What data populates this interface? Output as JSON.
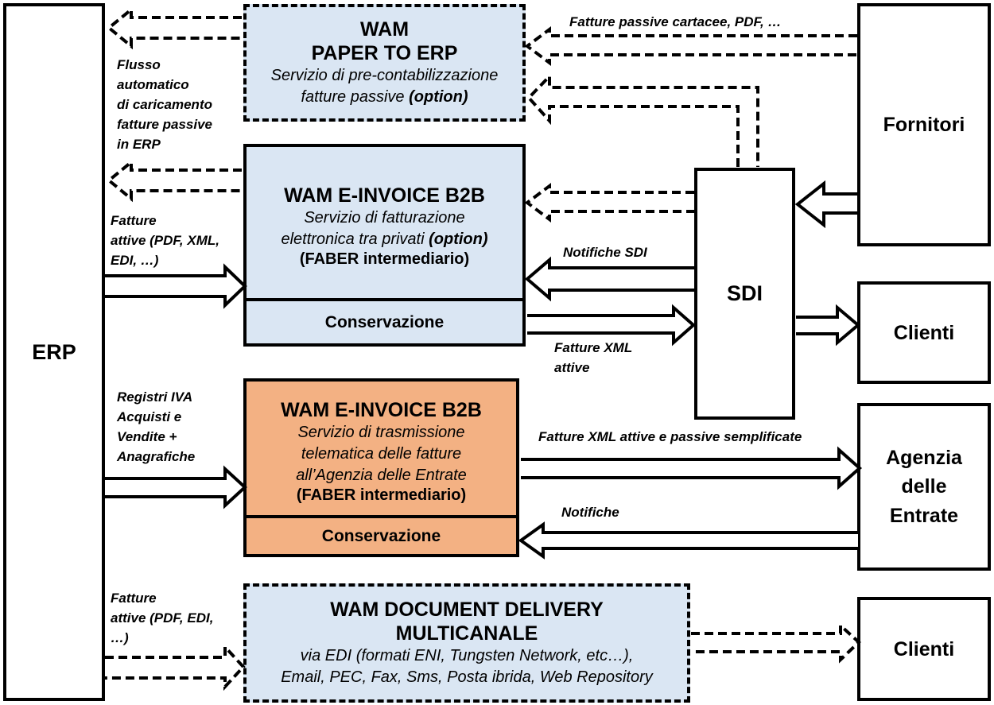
{
  "erp": {
    "label": "ERP"
  },
  "paper_to_erp": {
    "title_line1": "WAM",
    "title_line2": "PAPER TO ERP",
    "desc_line1": "Servizio di pre-contabilizzazione",
    "desc_line2": "fatture passive",
    "option": "(option)"
  },
  "einvoice_b2b": {
    "title": "WAM E-INVOICE B2B",
    "desc_line1": "Servizio di fatturazione",
    "desc_line2": "elettronica tra privati",
    "option": "(option)",
    "intermediary": "(FABER intermediario)",
    "storage": "Conservazione"
  },
  "einvoice_ade": {
    "title": "WAM E-INVOICE B2B",
    "desc_line1": "Servizio di trasmissione",
    "desc_line2": "telematica delle fatture",
    "desc_line3": "all’Agenzia delle Entrate",
    "intermediary": "(FABER intermediario)",
    "storage": "Conservazione"
  },
  "document_delivery": {
    "title_line1": "WAM DOCUMENT DELIVERY",
    "title_line2": "MULTICANALE",
    "desc_line1": "via EDI (formati ENI, Tungsten Network, etc…),",
    "desc_line2": "Email, PEC, Fax, Sms, Posta ibrida, Web Repository"
  },
  "sdi": {
    "label": "SDI"
  },
  "fornitori": {
    "label": "Fornitori"
  },
  "clienti_1": {
    "label": "Clienti"
  },
  "agenzia": {
    "line1": "Agenzia",
    "line2": "delle",
    "line3": "Entrate"
  },
  "clienti_2": {
    "label": "Clienti"
  },
  "labels": {
    "flusso": [
      "Flusso",
      "automatico",
      "di caricamento",
      "fatture passive",
      "in ERP"
    ],
    "fatture_attive_1": [
      "Fatture",
      "attive (PDF, XML,",
      "EDI, …)"
    ],
    "registri": [
      "Registri IVA",
      "Acquisti e",
      "Vendite +",
      "Anagrafiche"
    ],
    "fatture_attive_2": [
      "Fatture",
      "attive (PDF, EDI,",
      "…)"
    ],
    "fatture_passive_cartacee": "Fatture passive cartacee, PDF, …",
    "notifiche_sdi": "Notifiche SDI",
    "fatture_xml_attive": [
      "Fatture XML",
      "attive"
    ],
    "fatture_xml_semplificate": "Fatture XML attive e passive semplificate",
    "notifiche": "Notifiche"
  },
  "colors": {
    "box_blue": "#dae6f3",
    "box_orange": "#f3b183",
    "stroke": "#000000"
  }
}
